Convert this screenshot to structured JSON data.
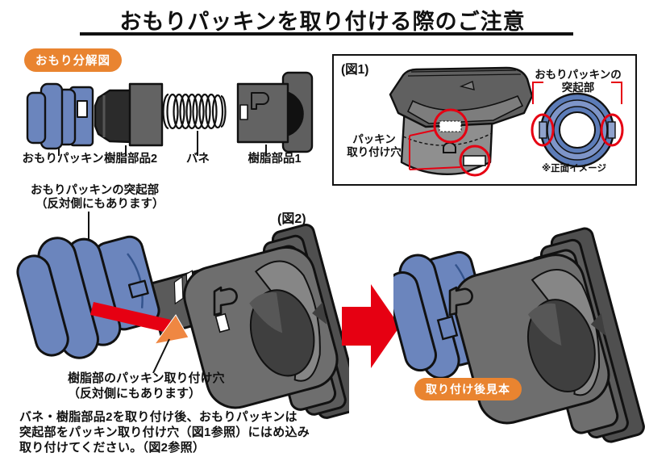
{
  "title": "おもりパッキンを取り付ける際のご注意",
  "colors": {
    "packing_blue": "#6b85bd",
    "packing_blue_dark": "#33538c",
    "resin_gray": "#6e6e6e",
    "resin_gray_dark": "#3f3f3f",
    "highlight_red": "#e60012",
    "badge_orange": "#e98430",
    "arrow_orange": "#ef8742",
    "outline": "#111111"
  },
  "exploded_view": {
    "badge_label": "おもり分解図",
    "part_labels": [
      "おもりパッキン",
      "樹脂部品2",
      "バネ",
      "樹脂部品1"
    ]
  },
  "figure1": {
    "caption": "(図1)",
    "hole_label_lines": [
      "パッキン",
      "取り付け穴"
    ],
    "ring_label_lines": [
      "おもりパッキンの",
      "突起部"
    ],
    "front_view_note": "※正面イメージ"
  },
  "figure2": {
    "caption": "(図2)",
    "protrusion_label_lines": [
      "おもりパッキンの突起部",
      "（反対側にもあります）"
    ],
    "hole_label_lines": [
      "樹脂部のパッキン取り付け穴",
      "（反対側にもあります）"
    ],
    "result_badge_label": "取り付け後見本"
  },
  "instructions": {
    "lines": [
      "バネ・樹脂部品2を取り付け後、おもりパッキンは",
      "突起部をパッキン取り付け穴（図1参照）にはめ込み",
      "取り付けてください。（図2参照）"
    ]
  }
}
